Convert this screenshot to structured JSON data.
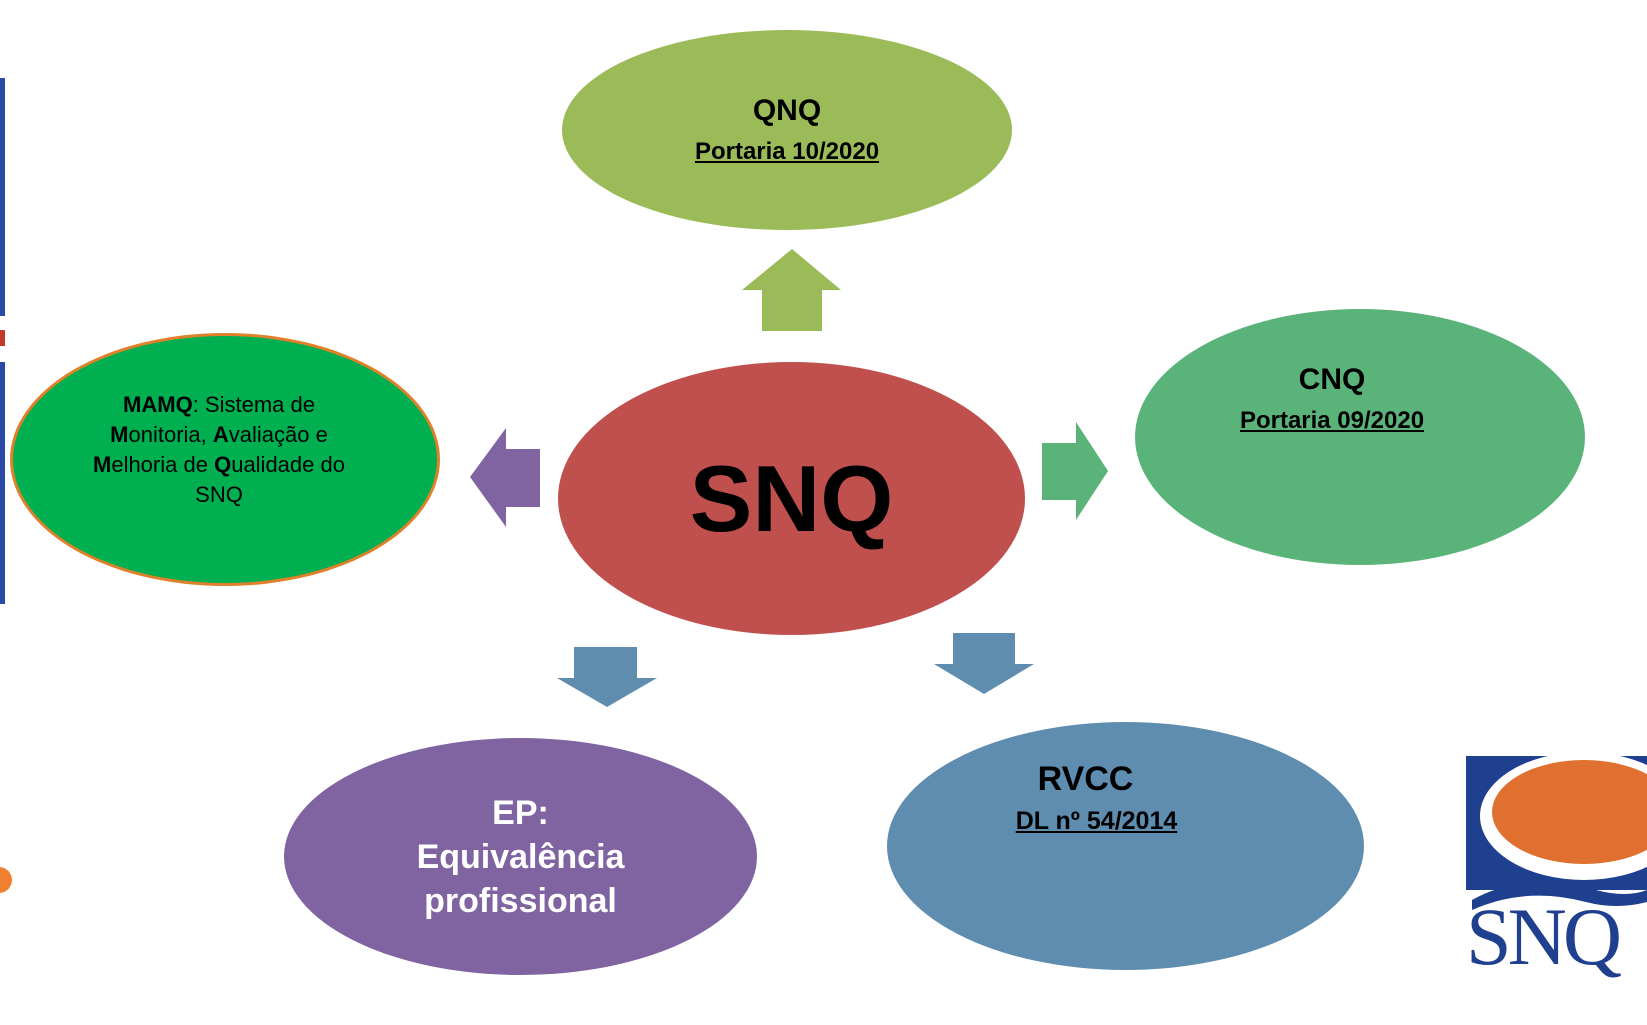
{
  "center": {
    "label": "SNQ",
    "color": "#c0504d"
  },
  "nodes": {
    "qnq": {
      "title": "QNQ",
      "subtitle": "Portaria 10/2020",
      "color": "#9bbb59"
    },
    "cnq": {
      "title": "CNQ",
      "subtitle": "Portaria 09/2020",
      "color": "#5ab47a"
    },
    "mamq": {
      "parts": [
        {
          "text": "MAMQ",
          "bold": true
        },
        {
          "text": ": Sistema de ",
          "bold": false
        },
        {
          "text": "M",
          "bold": true
        },
        {
          "text": "onitoria, ",
          "bold": false
        },
        {
          "text": "A",
          "bold": true
        },
        {
          "text": "valiação e ",
          "bold": false
        },
        {
          "text": "M",
          "bold": true
        },
        {
          "text": "elhoria de ",
          "bold": false
        },
        {
          "text": "Q",
          "bold": true
        },
        {
          "text": "ualidade do SNQ",
          "bold": false
        }
      ],
      "color": "#00b050",
      "border": "#e0802a"
    },
    "ep": {
      "title": "EP:",
      "line2": "Equivalência",
      "line3": "profissional",
      "color": "#8064a2"
    },
    "rvcc": {
      "title": "RVCC",
      "subtitle": "DL nº 54/2014",
      "color": "#5f8db0"
    }
  },
  "arrows": {
    "up": "#9bbb59",
    "right": "#5ab47a",
    "left": "#8064a2",
    "down_left": "#5f8db0",
    "down_right": "#5f8db0"
  },
  "logo": {
    "text": "SNQ",
    "orange": "#e07030",
    "blue": "#1f3f8f"
  }
}
